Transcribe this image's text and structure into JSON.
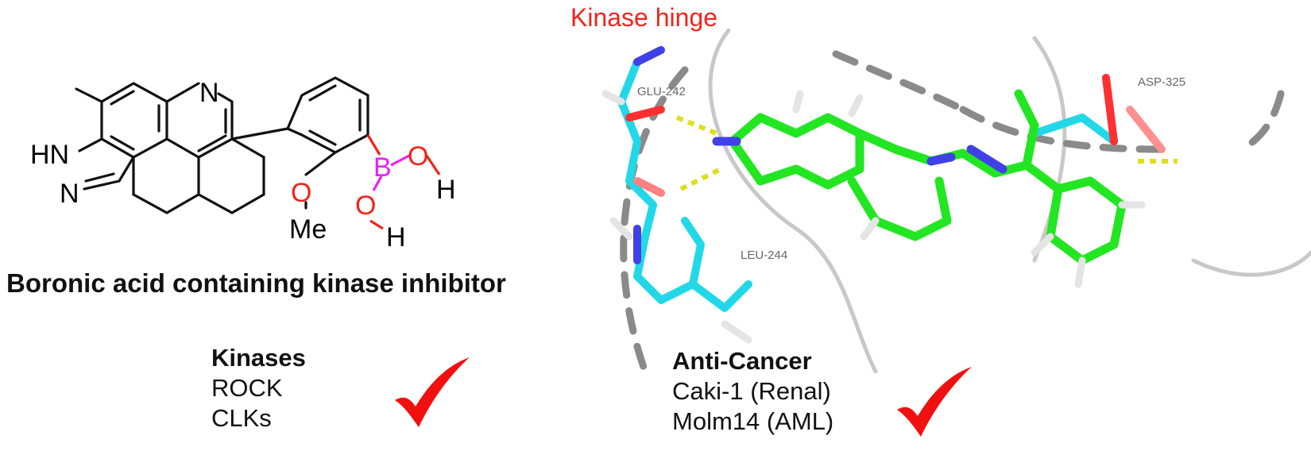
{
  "molecule": {
    "title": "Boronic acid containing kinase inhibitor",
    "atoms": {
      "n_ring": "N",
      "hn": "HN",
      "n_pyrazole": "N",
      "b": "B",
      "o1": "O",
      "h1": "H",
      "o2": "O",
      "h2": "H",
      "o_methoxy": "O",
      "me": "Me"
    },
    "colors": {
      "boron": "#f020f0",
      "oxygen": "#f0251c",
      "bond": "#111111"
    }
  },
  "docking": {
    "hinge_label": "Kinase hinge",
    "residues": {
      "glu": "GLU-242",
      "leu": "LEU-244",
      "asp": "ASP-325"
    },
    "colors": {
      "ligand": "#22e622",
      "protein": "#22d8e8",
      "nitrogen": "#4040e8",
      "oxygen": "#ff3030",
      "hbond": "#dede20",
      "hinge_label": "#f0251c"
    }
  },
  "kinases": {
    "heading": "Kinases",
    "items": [
      "ROCK",
      "CLKs"
    ]
  },
  "anticancer": {
    "heading": "Anti-Cancer",
    "items": [
      "Caki-1 (Renal)",
      "Molm14 (AML)"
    ]
  },
  "check_color": "#f01010"
}
